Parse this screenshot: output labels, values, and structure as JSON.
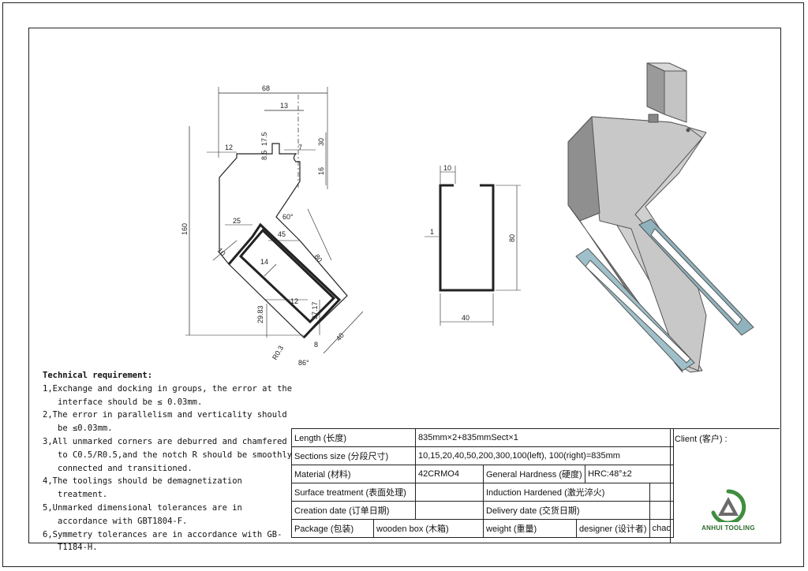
{
  "drawing": {
    "dims_profile": [
      "68",
      "13",
      "17.5",
      "8.5",
      "12",
      "7",
      "30",
      "16",
      "160",
      "60°",
      "25",
      "45",
      "80",
      "10",
      "14",
      "12",
      "29.83",
      "37.17",
      "R0.3",
      "86°",
      "8",
      "40"
    ],
    "dims_section": [
      "10",
      "80",
      "40",
      "1"
    ]
  },
  "technical": {
    "title": "Technical requirement:",
    "items": [
      "1,Exchange and docking in groups, the error at the interface should be ≤ 0.03mm.",
      "2,The error in parallelism and verticality should be ≤0.03mm.",
      "3,All unmarked corners are deburred and chamfered to C0.5/R0.5,and the notch R should be smoothly connected and transitioned.",
      "4,The toolings should be demagnetization treatment.",
      "5,Unmarked dimensional tolerances are in accordance with GBT1804-F.",
      "6,Symmetry tolerances are in accordance with GB-T1184-H."
    ]
  },
  "table": {
    "length_label": "Length (长度)",
    "length_value": "835mm×2+835mmSect×1",
    "sections_label": "Sections size (分段尺寸)",
    "sections_value": "10,15,20,40,50,200,300,100(left), 100(right)=835mm",
    "material_label": "Material (材料)",
    "material_value": "42CRMO4",
    "hardness_label": "General Hardness (硬度)",
    "hardness_value": "HRC:48°±2",
    "surface_label": "Surface treatment (表面处理)",
    "surface_value": "Induction Hardened (激光淬火)",
    "creation_label": "Creation date (订单日期)",
    "delivery_label": "Delivery date (交货日期)",
    "package_label": "Package (包装)",
    "package_value": "wooden box (木箱)",
    "weight_label": "weight (重量)",
    "designer_label": "designer (设计者)",
    "designer_value": "chao",
    "client_label": "Client (客户) :"
  },
  "logo": {
    "text": "ANHUI TOOLING",
    "colors": {
      "green": "#3e8e3e",
      "gray": "#6b6b6b"
    }
  }
}
